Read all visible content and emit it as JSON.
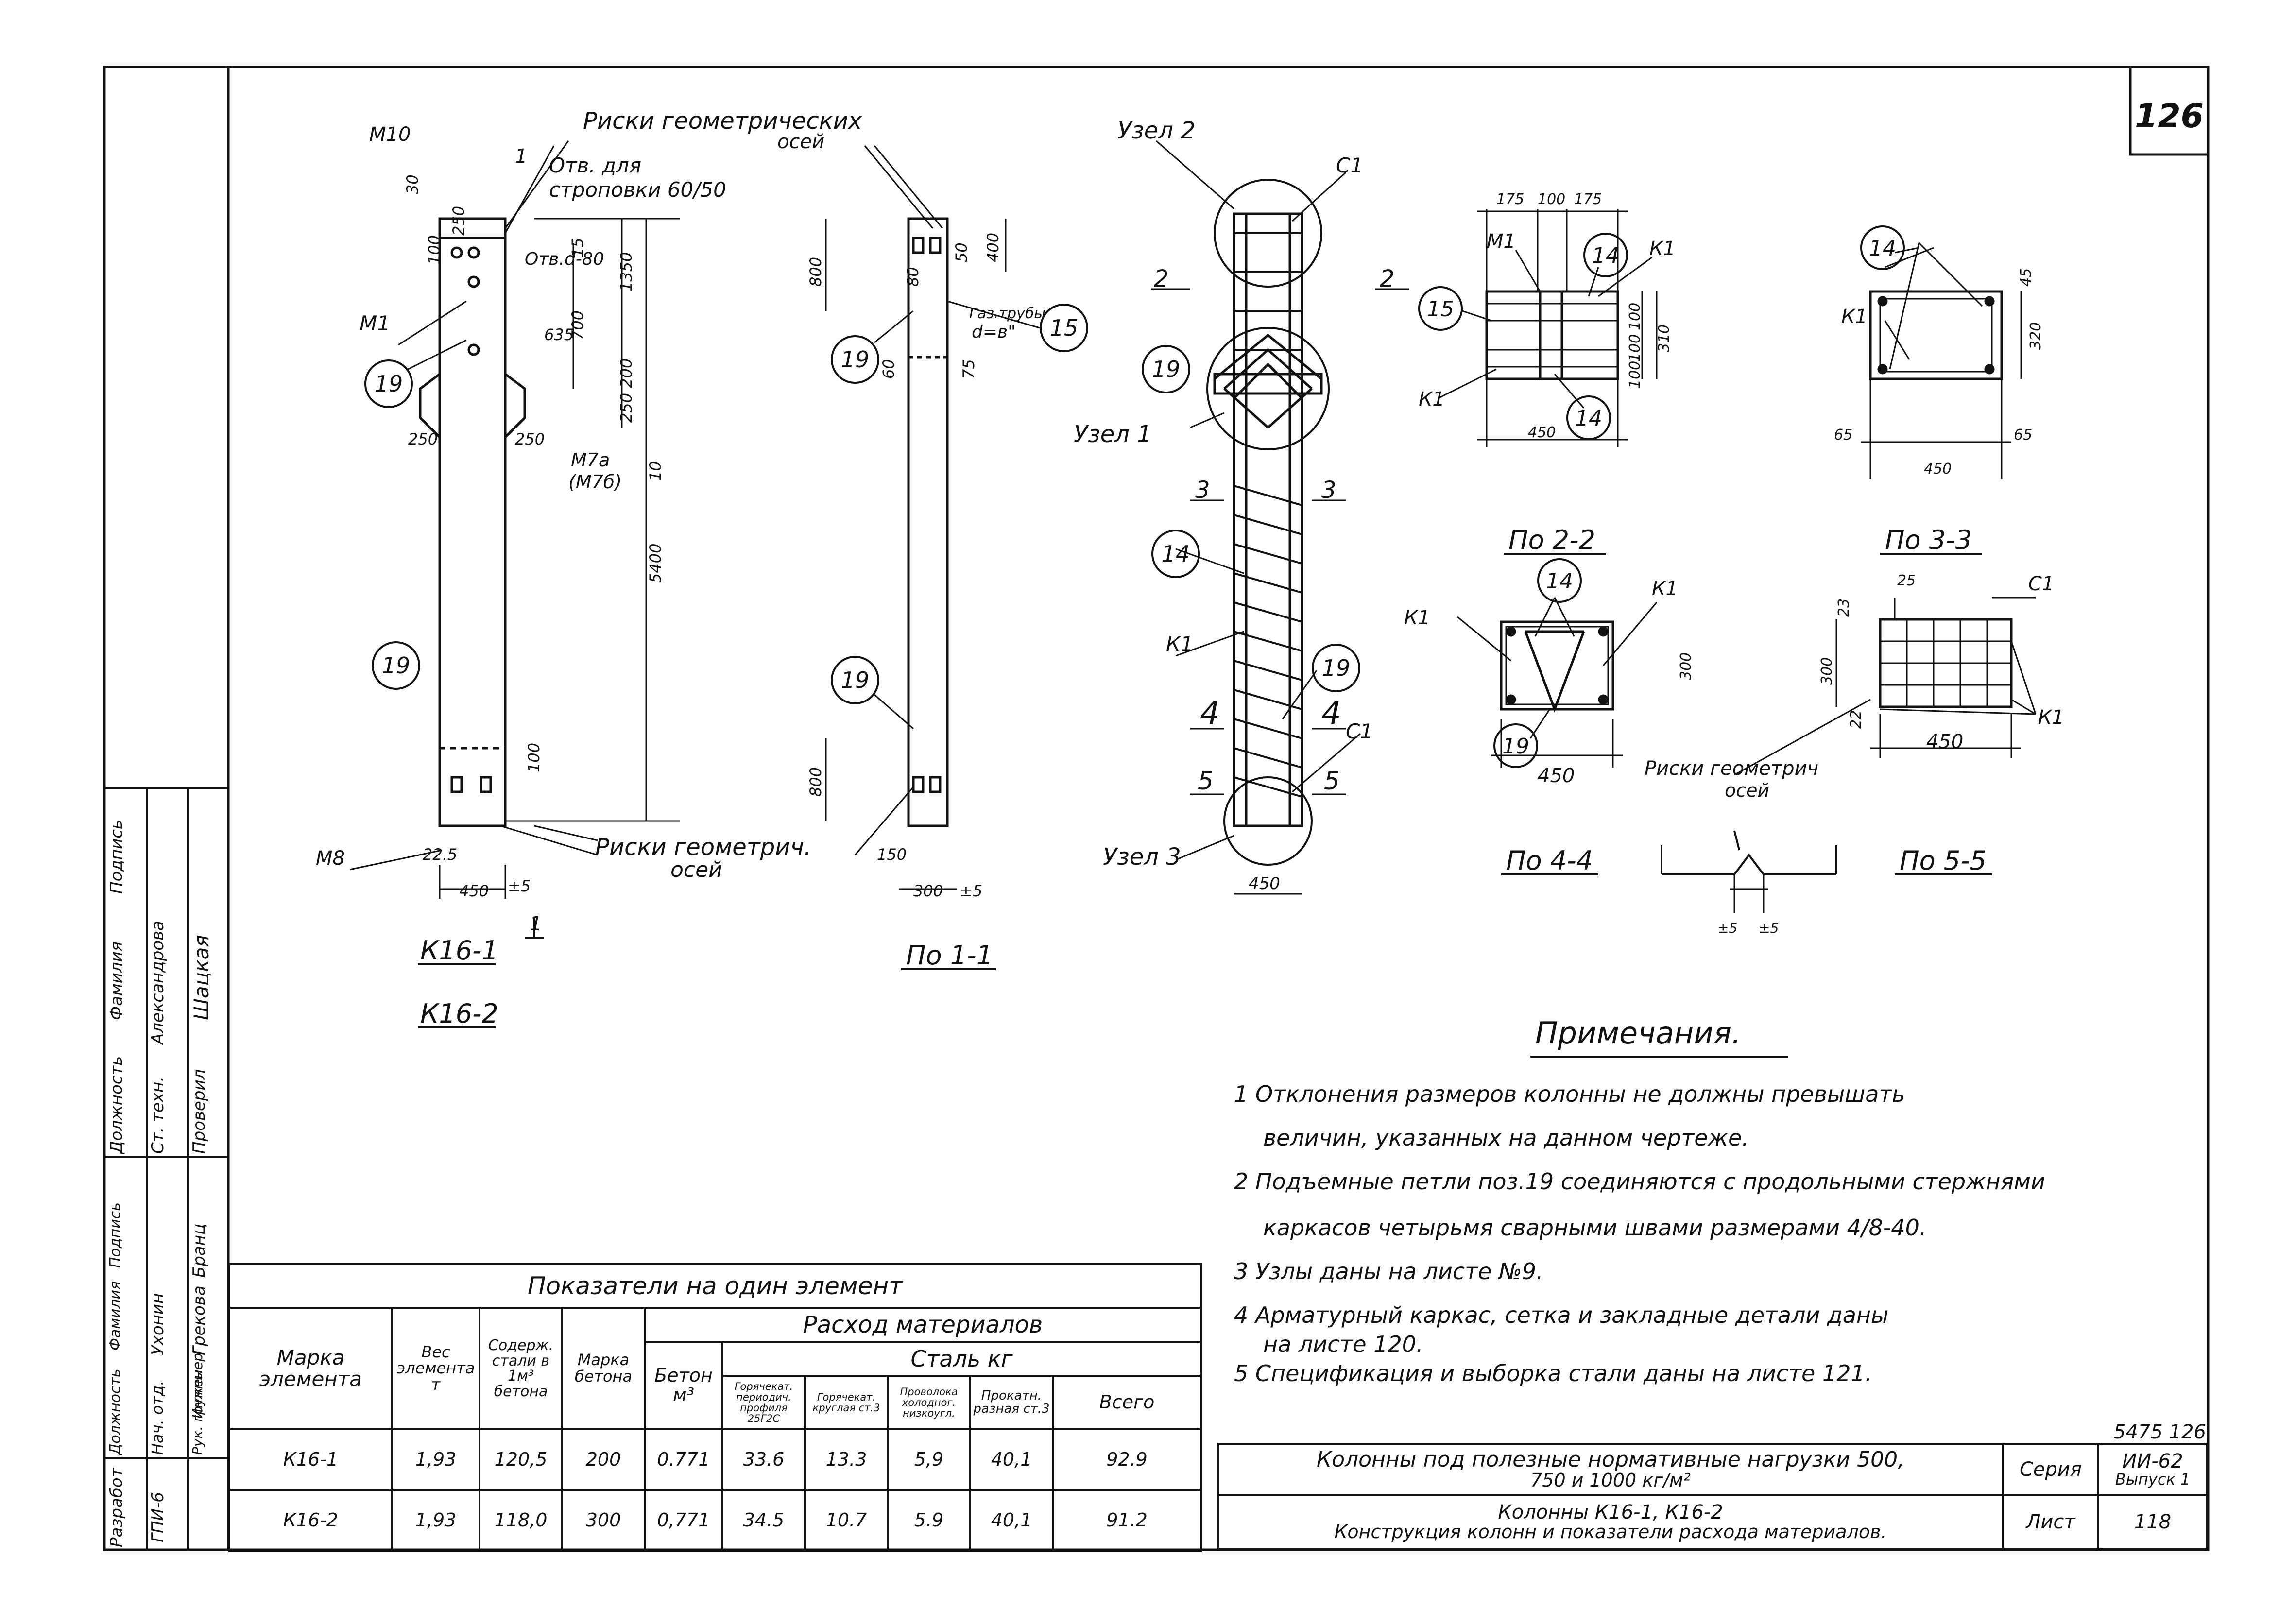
{
  "sheet_number": "126",
  "drawing_labels": {
    "riski_geom_osei_top": "Риски геометрических",
    "osei": "осей",
    "otv_stropovki_1": "Отв. для",
    "otv_stropovki_2": "строповки 60/50",
    "m10": "М10",
    "m1": "М1",
    "m8": "М8",
    "otv_d80": "Отв.d-80",
    "m7a": "М7а",
    "m7b": "(М7б)",
    "section_mark_1": "1",
    "riski_geom_bottom": "Риски геометрич.",
    "k16_1": "К16-1",
    "k16_2": "К16-2",
    "po_1_1": "По 1-1",
    "gaz_truby": "Газ.трубы",
    "d_e": "d=в\"",
    "uzel1": "Узел 1",
    "uzel2": "Узел 2",
    "uzel3": "Узел 3",
    "c1": "С1",
    "k1": "К1",
    "po_2_2": "По 2-2",
    "po_3_3": "По 3-3",
    "po_4_4": "По 4-4",
    "po_5_5": "По 5-5",
    "riski_geometrich": "Риски геометрич",
    "sec2": "2",
    "sec3": "3",
    "sec4": "4",
    "sec5": "5",
    "callout_14": "14",
    "callout_15": "15",
    "callout_19": "19"
  },
  "dimensions": {
    "d30": "30",
    "d100": "100",
    "d250": "250",
    "d250b": "250",
    "d15": "15",
    "d635": "635",
    "d700": "700",
    "d1350": "1350",
    "d250_200": "250 200",
    "d5400": "5400",
    "d10": "10",
    "d800": "800",
    "d400": "400",
    "d50": "50",
    "d80": "80",
    "d75": "75",
    "d60": "60",
    "d800b": "800",
    "d22_5": "22.5",
    "d450": "450",
    "d5": "±5",
    "d150": "150",
    "d300": "300",
    "d175": "175",
    "d100b": "100",
    "d175b": "175",
    "d310": "310",
    "d45": "45",
    "d320": "320",
    "d65": "65",
    "d65b": "65",
    "d25": "25",
    "d23": "23",
    "d22": "22"
  },
  "notes": {
    "title": "Примечания.",
    "items": [
      "1  Отклонения размеров колонны не должны превышать",
      "величин, указанных на данном чертеже.",
      "2  Подъемные петли поз.19 соединяются с продольными стержнями",
      "каркасов четырьмя сварными швами размерами 4/8-40.",
      "3  Узлы даны на листе №9.",
      "4  Арматурный каркас, сетка и закладные детали даны",
      "на листе 120.",
      "5  Спецификация  и выборка стали даны на листе 121."
    ]
  },
  "indicators_table": {
    "title": "Показатели на один элемент",
    "h_marka": "Марка элемента",
    "h_ves": "Вес элемента т",
    "h_soderzh": "Содерж. стали в 1м³ бетона",
    "h_marka_betona": "Марка бетона",
    "h_rashod": "Расход материалов",
    "h_beton": "Бетон м³",
    "h_stal": "Сталь  кг",
    "h_s1": "Горячекат. периодич. профиля 25Г2С",
    "h_s2": "Горячекат. круглая ст.3",
    "h_s3": "Проволока холодног. низкоугл.",
    "h_s4": "Прокатн. разная ст.3",
    "h_s5": "Всего",
    "rows": [
      {
        "marka": "К16-1",
        "ves": "1,93",
        "soderzh": "120,5",
        "marka_bet": "200",
        "beton": "0.771",
        "s1": "33.6",
        "s2": "13.3",
        "s3": "5,9",
        "s4": "40,1",
        "s5": "92.9"
      },
      {
        "marka": "К16-2",
        "ves": "1,93",
        "soderzh": "118,0",
        "marka_bet": "300",
        "beton": "0,771",
        "s1": "34.5",
        "s2": "10.7",
        "s3": "5.9",
        "s4": "40,1",
        "s5": "91.2"
      }
    ]
  },
  "title_block": {
    "code": "5475  126",
    "name_1": "Колонны под полезные нормативные нагрузки 500,",
    "name_2": "750 и 1000 кг/м²",
    "name_3": "Колонны К16-1, К16-2",
    "name_4": "Конструкция колонн и показатели расхода материалов.",
    "seria_label": "Серия",
    "seria_value": "ИИ-62",
    "vypusk": "Выпуск 1",
    "list_label": "Лист",
    "list_value": "118"
  },
  "stamp": {
    "c1_header": "Должность",
    "c2_header": "Фамилия",
    "c3_header": "Подпись",
    "c1_rows": [
      "Ст. техн.",
      "Проверил"
    ],
    "c2_rows": [
      "Александрова",
      "Шацкая"
    ],
    "c3_rows": [
      "",
      ""
    ],
    "d1_header": "Должность",
    "d2_header": "Фамилия",
    "d3_header": "Подпись",
    "d1_rows": [
      "Нач. отд.",
      "Рук. группы",
      "Инженер"
    ],
    "d2_rows": [
      "Ухонин",
      "Грекова",
      "Бранц"
    ],
    "razrabot": "Разработ",
    "gpi": "ГПИ-6"
  }
}
